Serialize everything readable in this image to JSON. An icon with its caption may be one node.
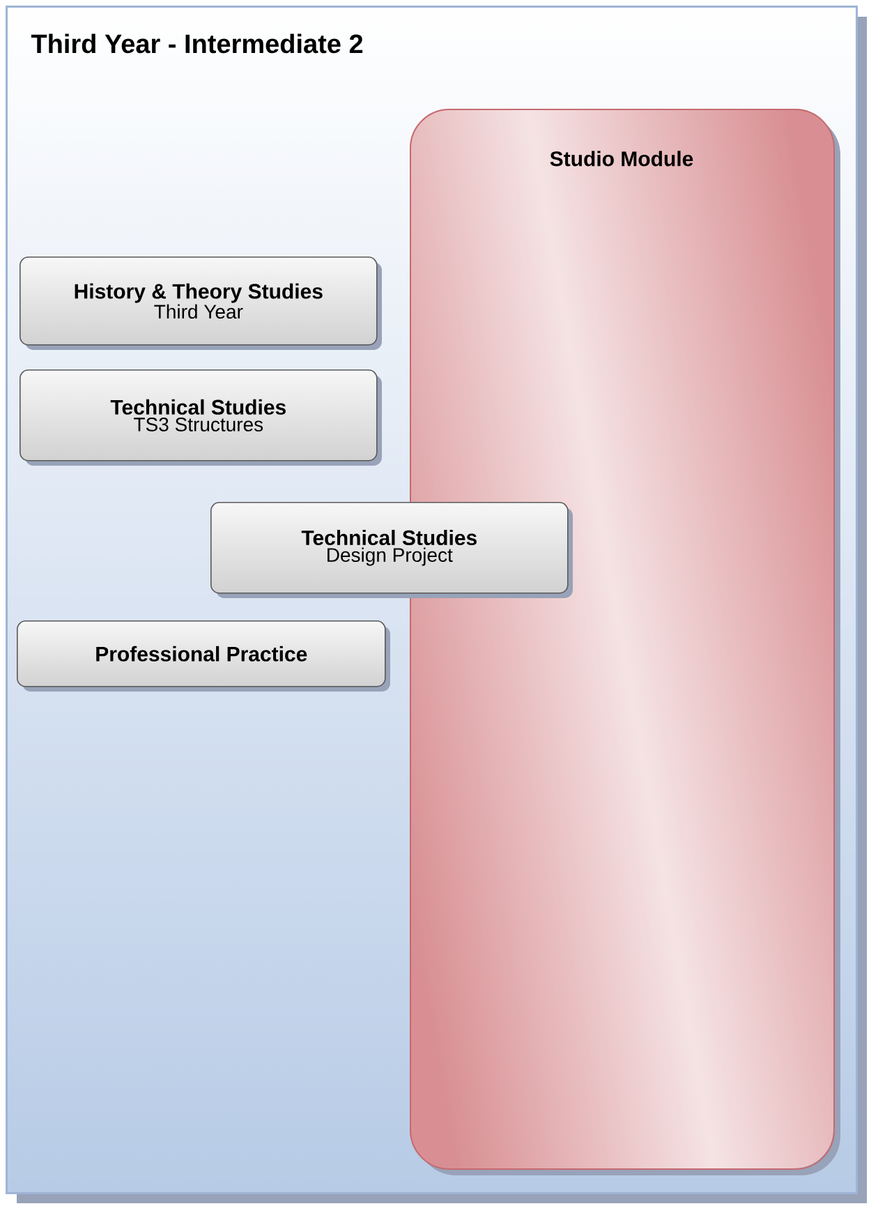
{
  "diagram": {
    "nodes": [
      {
        "text": [
          "Third Year - Intermediate 2"
        ]
      },
      {
        "text": [
          "Studio Module"
        ],
        "in": 0
      },
      {
        "text": [
          "History & Theory Studies",
          "Third Year"
        ],
        "in": 0
      },
      {
        "text": [
          "Technical Studies",
          "TS3 Structures"
        ],
        "in": 0
      },
      {
        "text": [
          "Technical Studies",
          "Design Project"
        ],
        "in": 0
      },
      {
        "text": [
          "Professional Practice"
        ],
        "in": 0
      }
    ]
  }
}
